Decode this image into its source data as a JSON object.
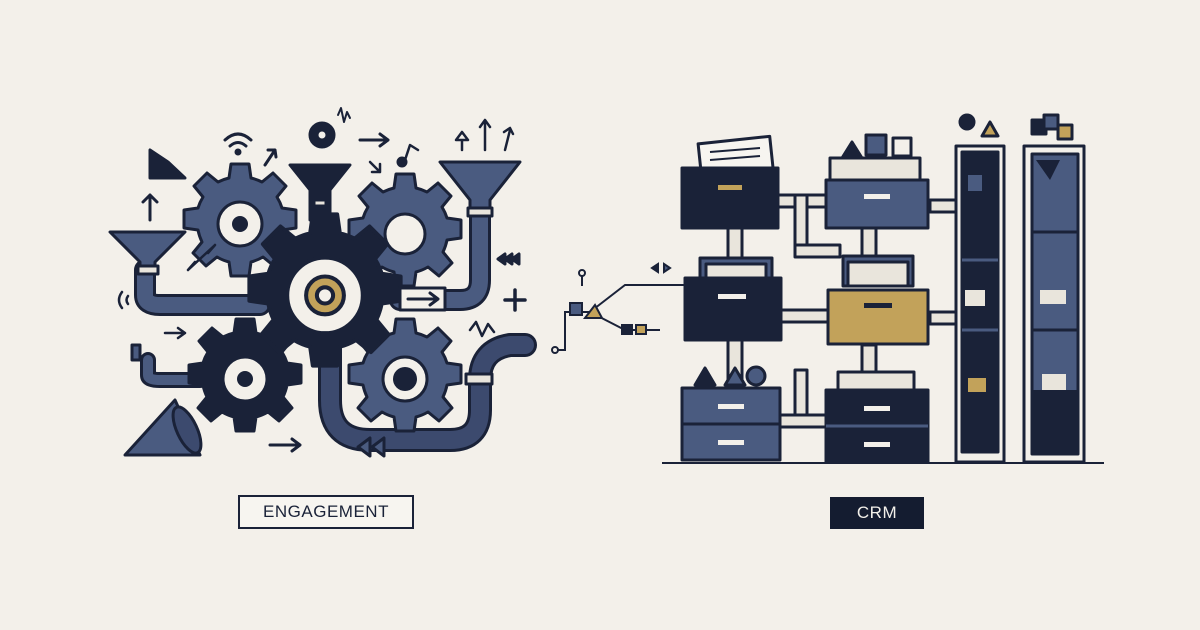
{
  "labels": {
    "left": "ENGAGEMENT",
    "right": "CRM"
  },
  "colors": {
    "background": "#f3f0ea",
    "navy": "#1a2238",
    "slate": "#4a5b80",
    "gold": "#c2a25a",
    "light": "#e9e5dc"
  },
  "illustrations": {
    "left": "gears-funnels-pipes-illustration",
    "right": "filing-cabinets-shelves-illustration"
  }
}
